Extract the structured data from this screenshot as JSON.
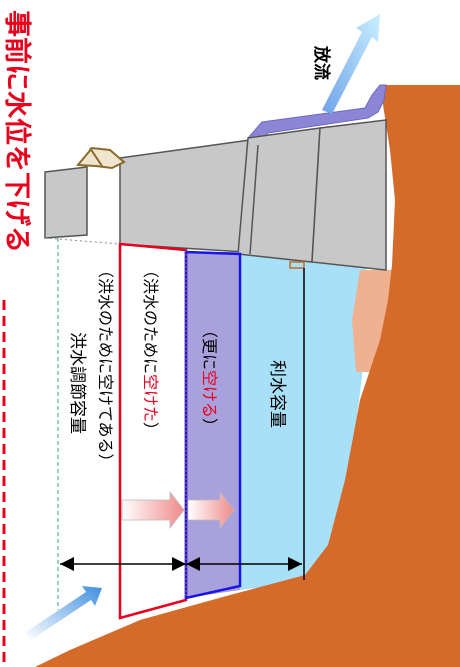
{
  "title_vertical": "事前に水位を下げる",
  "discharge_label": "放流",
  "flood_capacity": {
    "title": "洪水調節容量",
    "note_open": "（",
    "note_text": "洪水のために空けてある",
    "note_close": "）"
  },
  "emptied_label": {
    "open": "（",
    "prefix": "洪水のために",
    "highlight": "空けた",
    "close": "）"
  },
  "further_label": {
    "open": "（",
    "prefix": "更に",
    "highlight": "空ける",
    "close": "）"
  },
  "water_use_capacity": "利水容量",
  "colors": {
    "ground": "#d56b2b",
    "dam": "#c8c8c8",
    "water": "#a7e0f7",
    "purple_band": "#a9a1dc",
    "red": "#e8001c",
    "blue": "#1a14e8",
    "pipe": "#8c86d6"
  }
}
